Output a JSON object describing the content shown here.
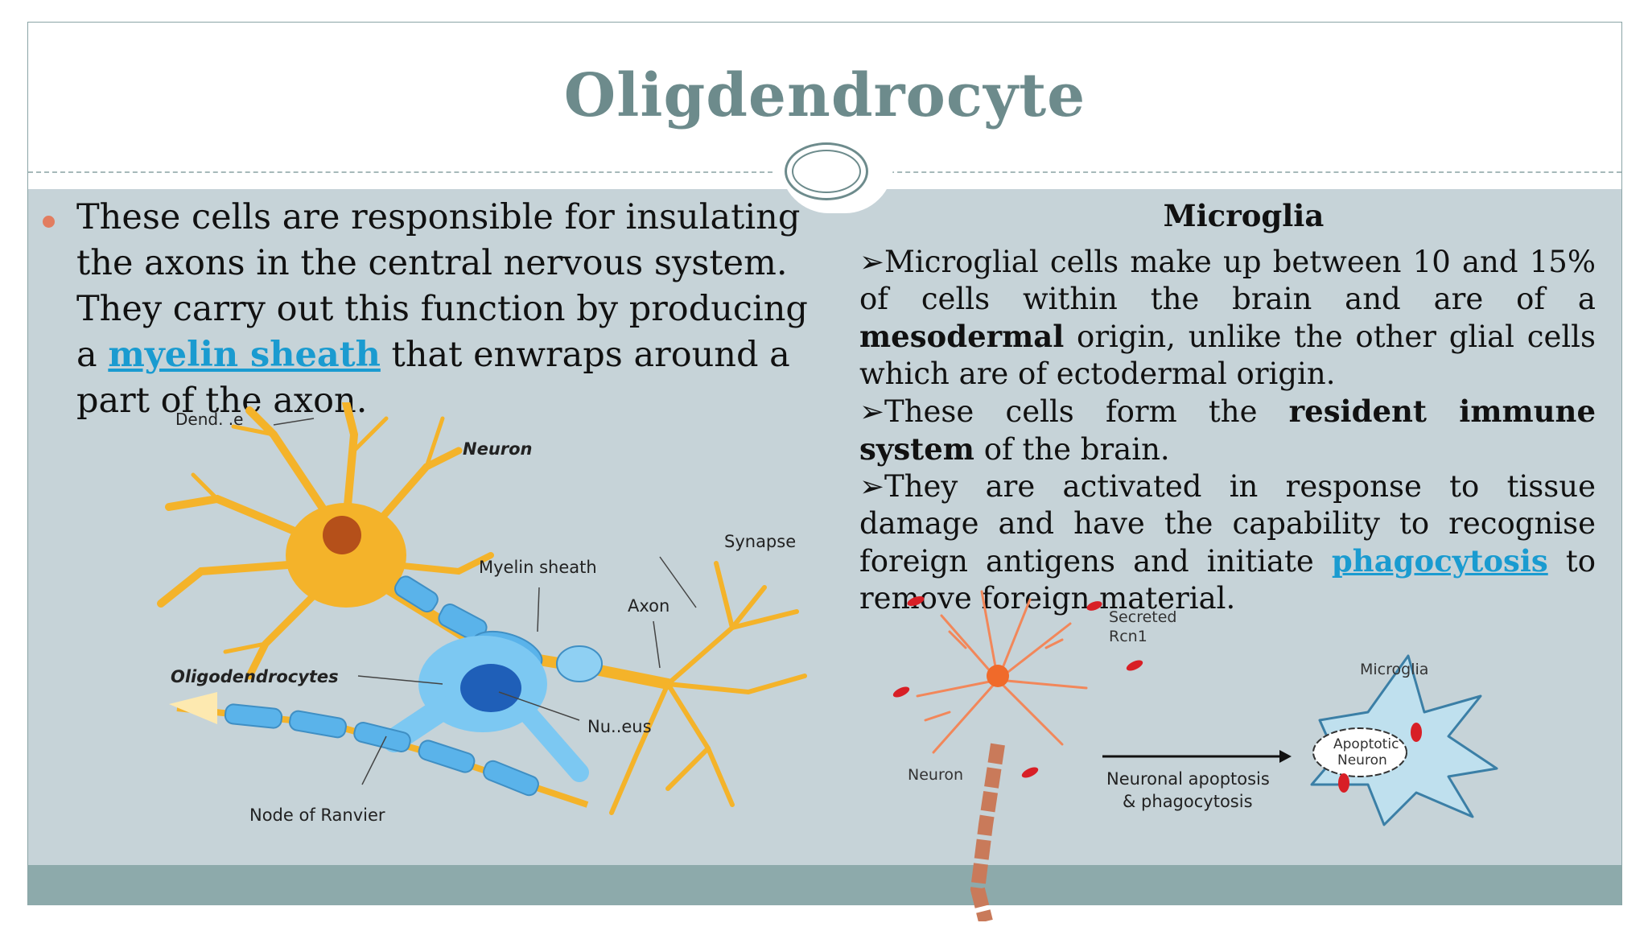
{
  "slide": {
    "title": "Oligdendrocyte",
    "left_paragraph": {
      "part1": "These cells are responsible for insulating the axons in the central nervous system. They carry out this function by producing a ",
      "link": "myelin sheath",
      "part2": " that enwraps around a part of the axon."
    },
    "right": {
      "heading": "Microglia",
      "p1": {
        "marker": "➢",
        "a": "Microglial cells make up between 10 and 15% of cells within the brain and are of a ",
        "bold": "mesodermal",
        "b": " origin, unlike the other glial cells which are of ectodermal origin."
      },
      "p2": {
        "marker": "➢",
        "a": "These cells form the ",
        "bold": "resident immune system",
        "b": " of the brain."
      },
      "p3": {
        "marker": "➢",
        "a": "They are activated in response to tissue damage and have the capability to recognise foreign antigens and initiate ",
        "link": "phagocytosis",
        "b": " to remove foreign material."
      }
    }
  },
  "neuron_diagram": {
    "labels": {
      "dendrite": "Dend. .e",
      "neuron": "Neuron",
      "myelin_sheath": "Myelin sheath",
      "synapse": "Synapse",
      "axon": "Axon",
      "oligodendrocytes": "Oligodendrocytes",
      "nucleus": "Nu..eus",
      "node_of_ranvier": "Node of Ranvier"
    }
  },
  "microglia_diagram": {
    "labels": {
      "secreted": "Secreted",
      "rcn1": "Rcn1",
      "microglia": "Microglia",
      "apoptotic": "Apoptotic",
      "apoptotic_neuron": "Neuron",
      "neuron": "Neuron",
      "arrow_line1": "Neuronal apoptosis",
      "arrow_line2": "& phagocytosis"
    }
  },
  "colors": {
    "title": "#6d8b8c",
    "content_bg": "#c6d3d8",
    "footer": "#8daaab",
    "link": "#1a9bd0",
    "bullet": "#e27d60",
    "neuron": "#f4b32a",
    "myelin": "#5ab3ea"
  }
}
